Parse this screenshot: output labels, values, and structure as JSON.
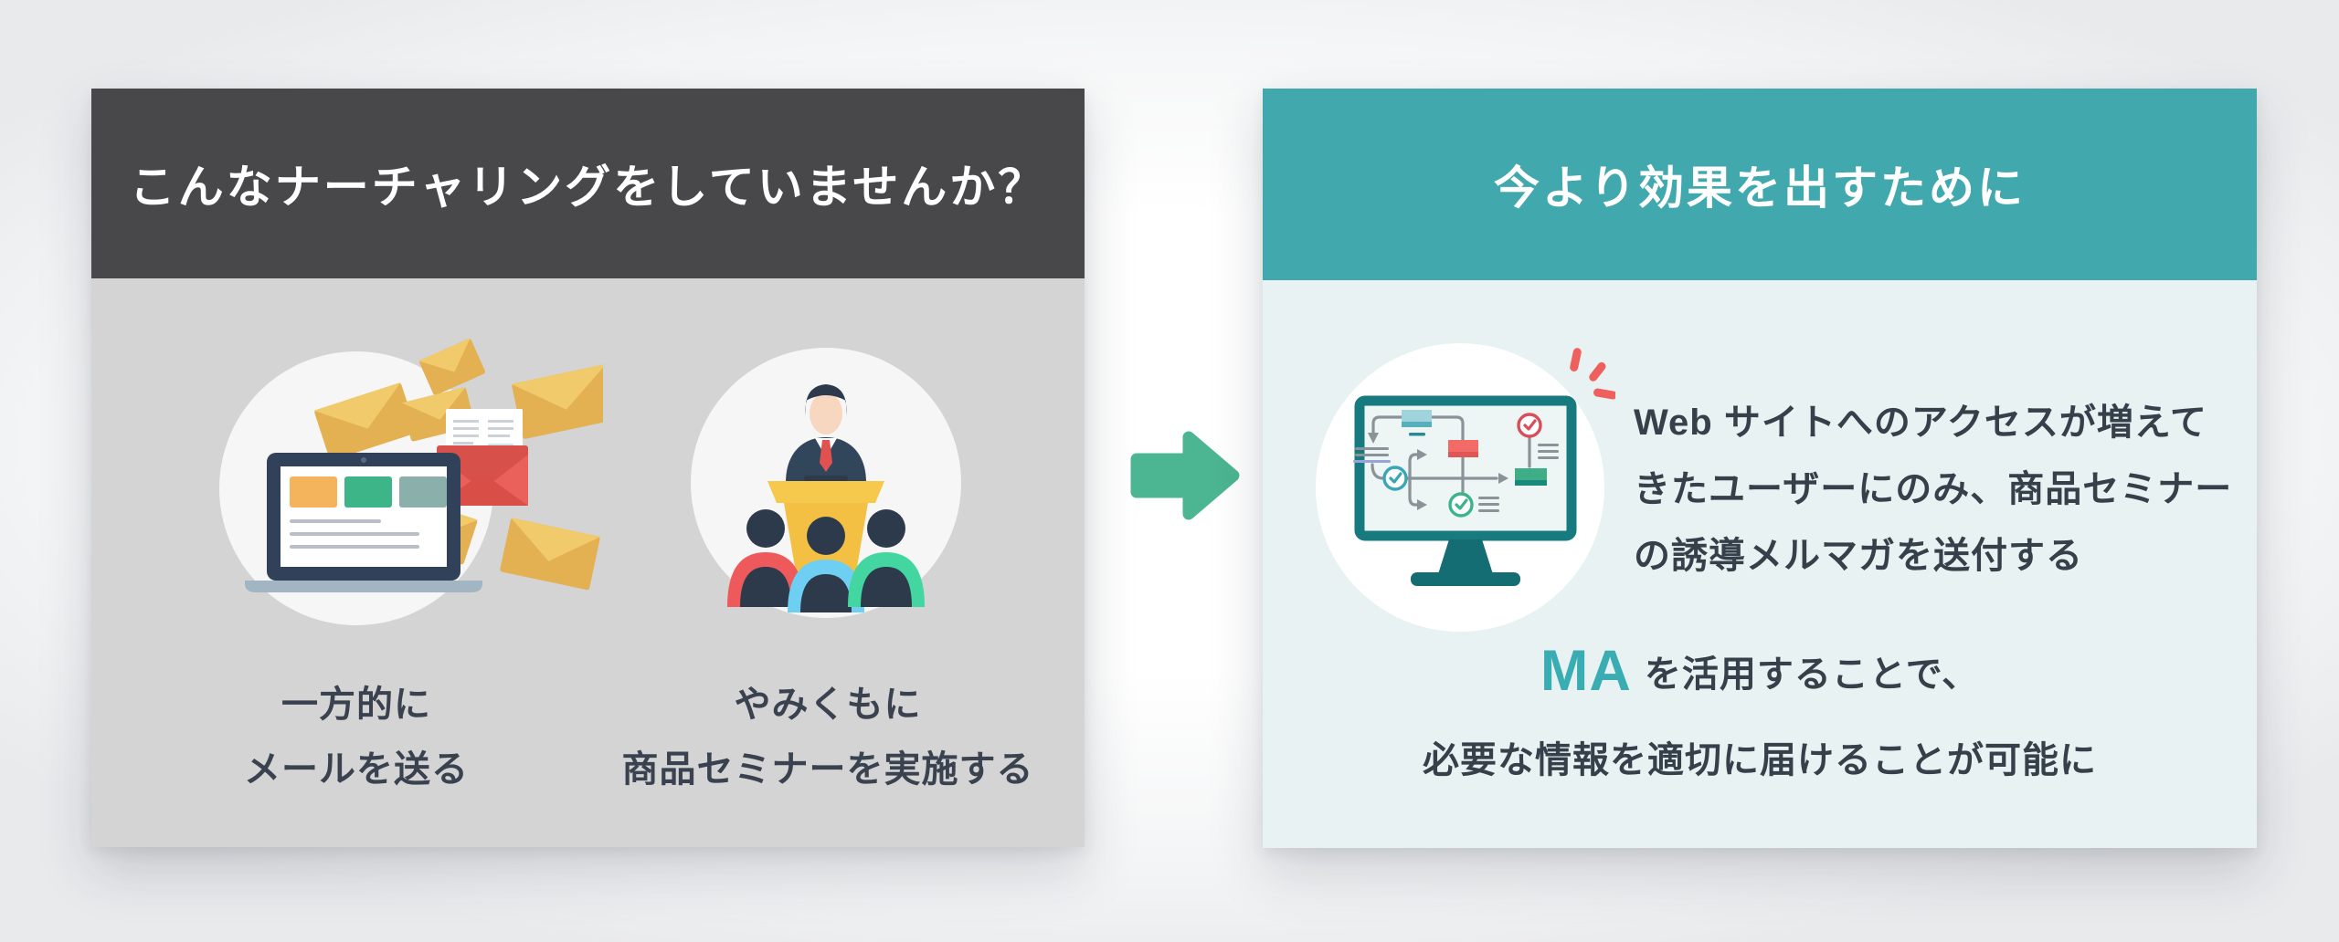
{
  "left_panel": {
    "header": "こんなナーチャリングをしていませんか？",
    "items": [
      {
        "icon": "one-way-email-illustration",
        "line1": "一方的に",
        "line2": "メールを送る"
      },
      {
        "icon": "seminar-illustration",
        "line1": "やみくもに",
        "line2": "商品セミナーを実施する"
      }
    ]
  },
  "arrow": {
    "icon": "arrow-right-icon",
    "direction": "right"
  },
  "right_panel": {
    "header": "今より効果を出すために",
    "icon": "ma-flowchart-illustration",
    "description": {
      "lines": {
        "0": "Web サイトへのアクセスが増えて",
        "1": "きたユーザーにのみ、商品セミナー",
        "2": "の誘導メルマガを送付する"
      }
    },
    "conclusion": {
      "highlight": "MA",
      "line1_rest": "を活用することで、",
      "line2": "必要な情報を適切に届けることが可能に"
    }
  },
  "colors": {
    "left_header_bg": "#48484a",
    "left_body_bg": "#d4d4d5",
    "right_header_bg": "#41a9ae",
    "right_body_bg": "#e8f2f2",
    "arrow_green": "#4cb591",
    "ma_accent": "#3aadb3",
    "text_dark": "#39424e",
    "header_text": "#ffffff"
  }
}
